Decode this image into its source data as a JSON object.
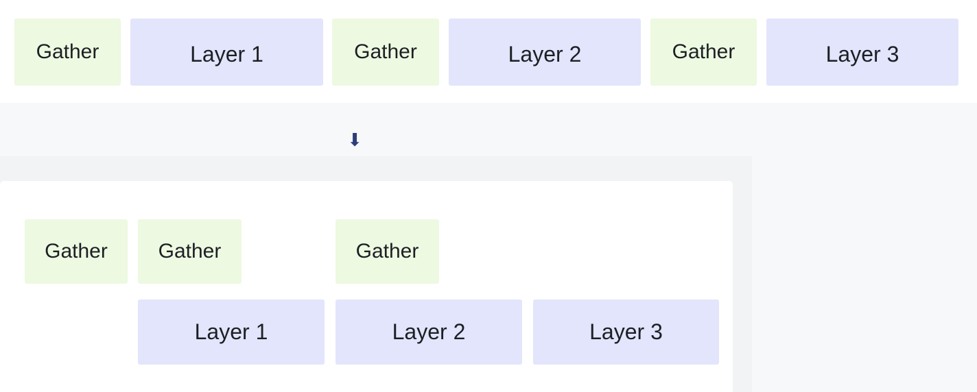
{
  "diagram": {
    "before": {
      "blocks": [
        {
          "kind": "gather",
          "label": "Gather"
        },
        {
          "kind": "layer",
          "label": "Layer 1"
        },
        {
          "kind": "gather",
          "label": "Gather"
        },
        {
          "kind": "layer",
          "label": "Layer 2"
        },
        {
          "kind": "gather",
          "label": "Gather"
        },
        {
          "kind": "layer",
          "label": "Layer 3"
        }
      ]
    },
    "arrow": {
      "glyph": "⬇",
      "color": "#2c3f7a"
    },
    "after": {
      "gathers": [
        {
          "label": "Gather"
        },
        {
          "label": "Gather"
        },
        {
          "label": "Gather"
        }
      ],
      "layers": [
        {
          "label": "Layer 1"
        },
        {
          "label": "Layer 2"
        },
        {
          "label": "Layer 3"
        }
      ]
    }
  },
  "colors": {
    "gather": "#edf9e1",
    "layer": "#e2e5fb",
    "text": "#1c1f23"
  }
}
